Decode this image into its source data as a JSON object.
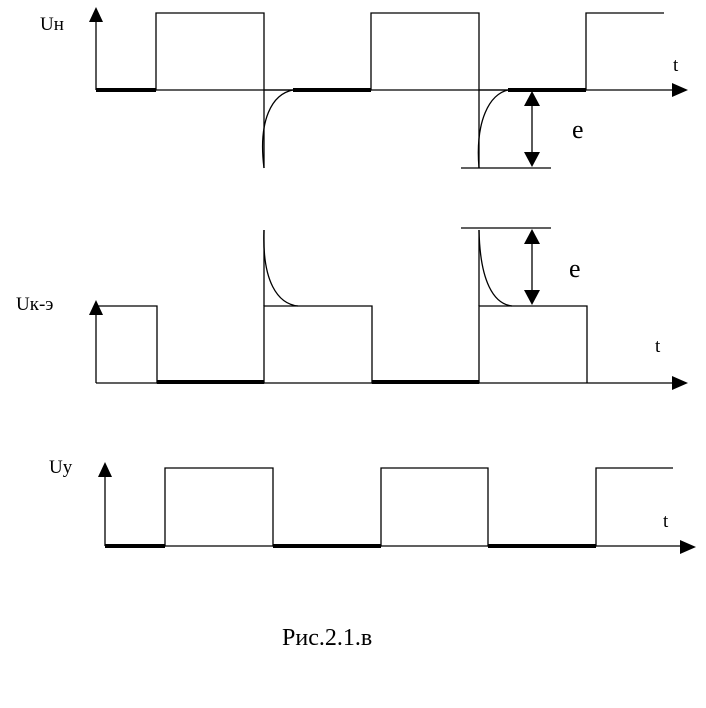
{
  "diagram": {
    "signals": [
      {
        "id": "un",
        "axis_label": "Uн",
        "time_label": "t"
      },
      {
        "id": "uke",
        "axis_label": "Uк-э",
        "time_label": "t"
      },
      {
        "id": "uy",
        "axis_label": "Uy",
        "time_label": "t"
      }
    ],
    "amplitude_label_upper": "e",
    "amplitude_label_lower": "e",
    "caption": "Рис.2.1.в"
  }
}
